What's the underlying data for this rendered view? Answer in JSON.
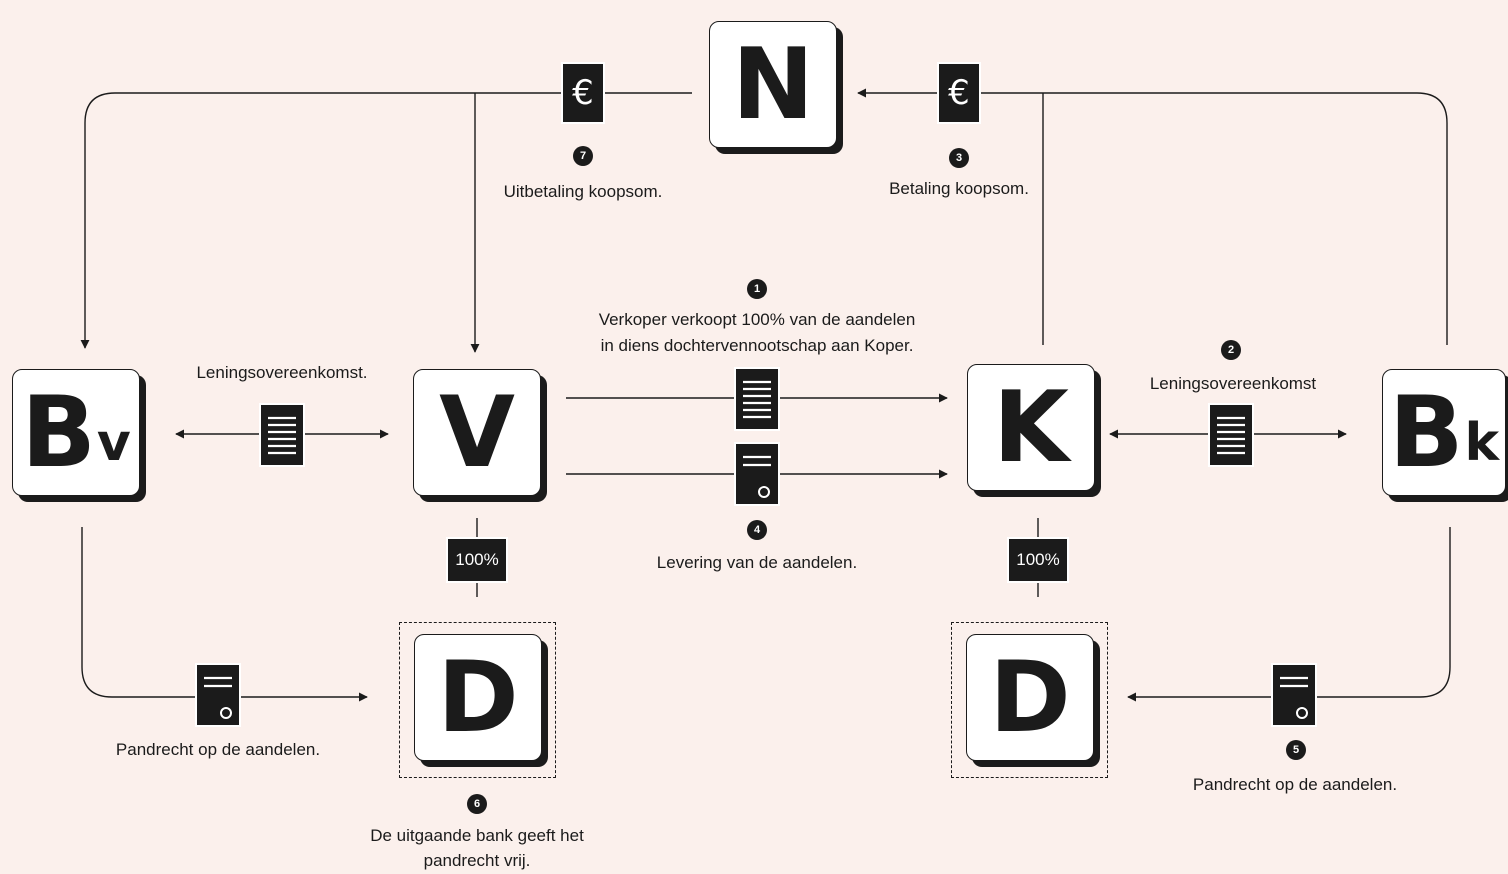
{
  "nodes": {
    "notary": "N",
    "seller": "V",
    "buyer": "K",
    "bank_seller": {
      "main": "B",
      "sub": "v"
    },
    "bank_buyer": {
      "main": "B",
      "sub": "k"
    },
    "subsidiary_left": "D",
    "subsidiary_right": "D"
  },
  "tiles": {
    "euro_left": "€",
    "euro_right": "€",
    "pct_left": "100%",
    "pct_right": "100%"
  },
  "steps": {
    "s1": {
      "num": "1",
      "line1": "Verkoper verkoopt 100% van de aandelen",
      "line2": "in diens dochtervennootschap aan Koper."
    },
    "s2": {
      "num": "2",
      "text": "Leningsovereenkomst"
    },
    "s3": {
      "num": "3",
      "text": "Betaling koopsom."
    },
    "s4": {
      "num": "4",
      "text": "Levering van de aandelen."
    },
    "s5": {
      "num": "5",
      "text": "Pandrecht op de aandelen."
    },
    "s6": {
      "num": "6",
      "line1": "De uitgaande bank geeft het",
      "line2": "pandrecht vrij."
    },
    "s7": {
      "num": "7",
      "text": "Uitbetaling koopsom."
    }
  },
  "labels": {
    "loan_left": "Leningsovereenkomst.",
    "pledge_left": "Pandrecht op de aandelen."
  },
  "icons": {
    "document": "document-icon",
    "deed": "deed-icon",
    "euro": "euro-icon"
  },
  "colors": {
    "background": "#fbf0ec",
    "ink": "#1b1b1b",
    "node_fill": "#ffffff"
  }
}
